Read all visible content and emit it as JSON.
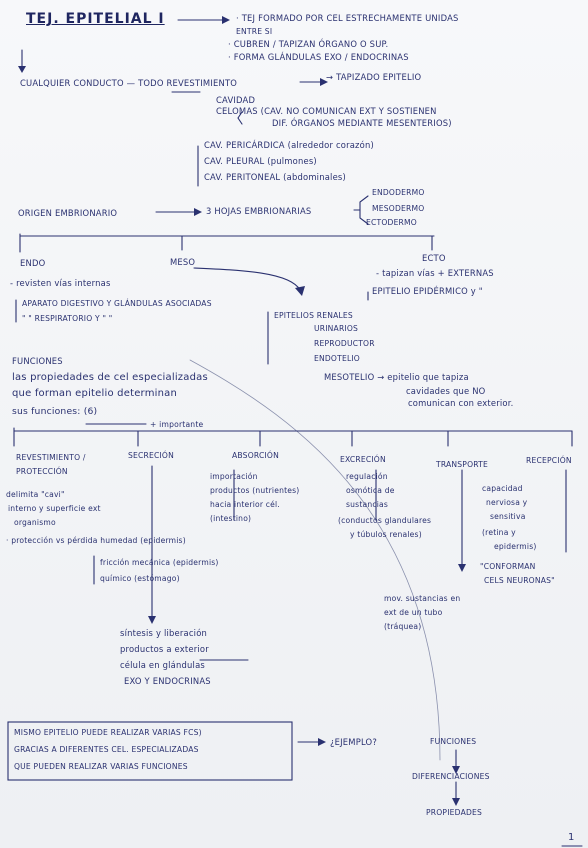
{
  "header": {
    "title": "TEJ. EPITELIAL I",
    "def1": "· TEJ FORMADO POR CEL ESTRECHAMENTE UNIDAS",
    "def1b": "ENTRE SI",
    "def2": "· CUBREN / TAPIZAN ÓRGANO O SUP.",
    "def3": "· FORMA GLÁNDULAS   EXO / ENDOCRINAS"
  },
  "revestimiento": {
    "lead": "CUALQUIER CONDUCTO — TODO REVESTIMIENTO",
    "tapizado": "→ TAPIZADO EPITELIO",
    "cavidad": "CAVIDAD",
    "celomas": "CELOMAS (CAV. NO COMUNICAN EXT Y SOSTIENEN",
    "celomas2": "DIF. ÓRGANOS MEDIANTE MESENTERIOS)",
    "cav1": "CAV. PERICÁRDICA (alrededor corazón)",
    "cav2": "CAV. PLEURAL (pulmones)",
    "cav3": "CAV. PERITONEAL (abdominales)"
  },
  "origen": {
    "label": "ORIGEN EMBRIONARIO",
    "hojas": "3 HOJAS EMBRIONARIAS",
    "endo": "ENDODERMO",
    "meso": "MESODERMO",
    "ecto": "ECTODERMO",
    "col_endo": "ENDO",
    "col_meso": "MESO",
    "col_ecto": "ECTO",
    "endo_desc": "- revisten vías internas",
    "ecto_desc1": "- tapizan vías + EXTERNAS",
    "ecto_desc2": "EPITELIO EPIDÉRMICO y \"",
    "aparato1": "APARATO DIGESTIVO Y GLÁNDULAS ASOCIADAS",
    "aparato2": "\"     \"  RESPIRATORIO Y  \"     \"",
    "meso_list": [
      "EPITELIOS RENALES",
      "URINARIOS",
      "REPRODUCTOR",
      "ENDOTELIO"
    ],
    "mesotelio": "MESOTELIO → epitelio que tapiza",
    "mesotelio2": "cavidades que NO",
    "mesotelio3": "comunican con exterior."
  },
  "funciones": {
    "label": "FUNCIONES",
    "intro1": "las propiedades de cel especializadas",
    "intro2": "que forman epitelio determinan",
    "intro3": "sus funciones: (6)",
    "importante": "+ importante",
    "cols": [
      {
        "head": "REVESTIMIENTO / PROTECCIÓN",
        "lines": [
          "delimita \"cavi\"",
          "interno y superficie ext",
          "organismo"
        ]
      },
      {
        "head": "SECRECIÓN",
        "lines": []
      },
      {
        "head": "ABSORCIÓN",
        "lines": [
          "importación",
          "productos (nutrientes)",
          "hacia interior cél.",
          "(intestino)"
        ]
      },
      {
        "head": "EXCRECIÓN",
        "lines": [
          "regulación",
          "osmótica de",
          "sustancias",
          "(conductos glandulares",
          "y túbulos renales)"
        ]
      },
      {
        "head": "TRANSPORTE",
        "lines": [
          "mov. sustancias en",
          "ext de un tubo",
          "(tráquea)"
        ]
      },
      {
        "head": "RECEPCIÓN",
        "lines": [
          "capacidad",
          "nerviosa y",
          "sensitiva",
          "(retina y",
          "epidermis)",
          "\"CONFORMAN",
          "CELS NEURONAS\""
        ]
      }
    ],
    "proteccion1": "· protección vs pérdida humedad (epidermis)",
    "proteccion2": "fricción mecánica (epidermis)",
    "proteccion3": "químico (estómago)",
    "secrecion1": "síntesis y liberación",
    "secrecion2": "productos a exterior",
    "secrecion3": "célula en glándulas",
    "secrecion4": "EXO Y ENDOCRINAS"
  },
  "footer": {
    "box1": "MISMO EPITELIO PUEDE REALIZAR VARIAS FCS)",
    "box2": "GRACIAS A DIFERENTES CEL. ESPECIALIZADAS",
    "box3": "QUE PUEDEN REALIZAR VARIAS FUNCIONES",
    "ejemplo": "¿EJEMPLO?",
    "flow1": "FUNCIONES",
    "flow2": "DIFERENCIACIONES",
    "flow3": "PROPIEDADES",
    "page_number": "1"
  }
}
